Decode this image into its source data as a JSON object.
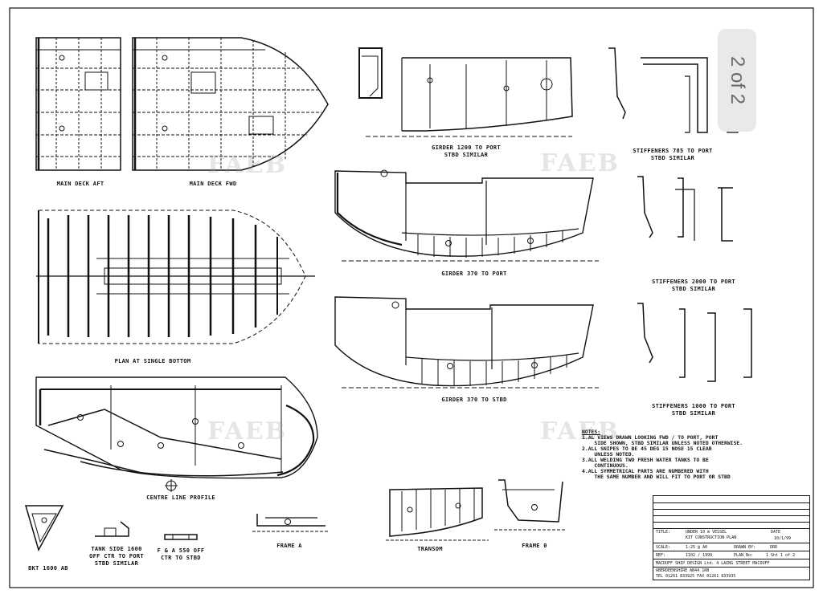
{
  "page_badge": "2 of 2",
  "watermark": "FAEB",
  "labels": {
    "main_deck_aft": "MAIN DECK AFT",
    "main_deck_fwd": "MAIN DECK FWD",
    "girder_1200": "GIRDER 1200 TO PORT",
    "girder_1200_sub": "STBD SIMILAR",
    "stiffeners_785": "STIFFENERS 785 TO PORT",
    "stiffeners_785_sub": "STBD SIMILAR",
    "girder_370_port": "GIRDER 370 TO PORT",
    "stiffeners_2000": "STIFFENERS 2000 TO PORT",
    "stiffeners_2000_sub": "STBD SIMILAR",
    "plan_single_bottom": "PLAN AT SINGLE BOTTOM",
    "girder_370_stbd": "GIRDER 370 TO STBD",
    "stiffeners_1000": "STIFFENERS 1000 TO PORT",
    "stiffeners_1000_sub": "STBD SIMILAR",
    "centre_line_profile": "CENTRE LINE PROFILE",
    "transom": "TRANSOM",
    "frame_a": "FRAME A",
    "frame_0": "FRAME 0",
    "bkt_1600": "BKT 1600 AB",
    "tank_side_1": "TANK SIDE 1600",
    "tank_side_2": "OFF CTR TO PORT",
    "tank_side_3": "STBD SIMILAR",
    "fa_550_1": "F & A 550 OFF",
    "fa_550_2": "CTR TO STBD"
  },
  "notes": {
    "title": "NOTES:",
    "lines": [
      "1.AL VIEWS DRAWN LOOKING FWD / TO PORT, PORT",
      "    SIDE SHOWN, STBD SIMILAR UNLESS NOTED OTHERWISE.",
      "2.ALL SNIPES TO BE 45 DEG 15 NOSE 15 CLEAR",
      "    UNLESS NOTED.",
      "3.ALL WELDING TWO FRESH WATER TANKS TO BE",
      "    CONTINUOUS.",
      "4.ALL SYMMETRICAL PARTS ARE NUMBERED WITH",
      "    THE SAME NUMBER AND WILL FIT TO PORT OR STBD"
    ]
  },
  "title_block": {
    "title_label": "TITLE:",
    "title_line1": "UNDER 10 m VESSEL",
    "title_line2": "KIT CONSTRUCTION PLAN",
    "date_label": "DATE",
    "date_value": "10/1/99",
    "scale_label": "SCALE:",
    "scale_value": "1:25   @ A0",
    "drawn_label": "DRAWN BY:",
    "drawn_value": "DRR",
    "ref_label": "REF:",
    "ref_value": "1102 / 1999",
    "plan_label": "PLAN No:",
    "plan_value": "1  Sht 1 of 2",
    "company": "MACDUFF  SHIP  DESIGN  Ltd.    4  LAING  STREET  MACDUFF",
    "address": "ABERDEENSHIRE       AB44  1RB",
    "tel": "TEL  01261 833925      FAX  01261 833935"
  }
}
